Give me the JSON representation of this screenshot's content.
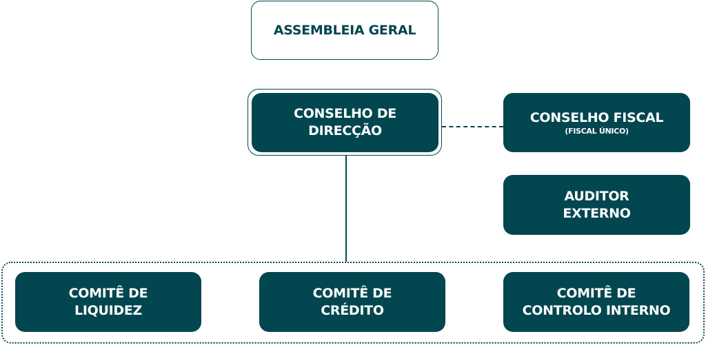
{
  "assembleia": {
    "label": "ASSEMBLEIA GERAL"
  },
  "conselho_direccao": {
    "line1": "CONSELHO DE",
    "line2": "DIRECÇÃO"
  },
  "conselho_fiscal": {
    "label": "CONSELHO FISCAL",
    "sub": "(FISCAL ÚNICO)"
  },
  "auditor": {
    "line1": "AUDITOR",
    "line2": "EXTERNO"
  },
  "comites": [
    {
      "line1": "COMITÊ DE",
      "line2": "LIQUIDEZ"
    },
    {
      "line1": "COMITÊ DE",
      "line2": "CRÉDITO"
    },
    {
      "line1": "COMITÊ DE",
      "line2": "CONTROLO INTERNO"
    }
  ],
  "colors": {
    "primary": "#024650"
  }
}
